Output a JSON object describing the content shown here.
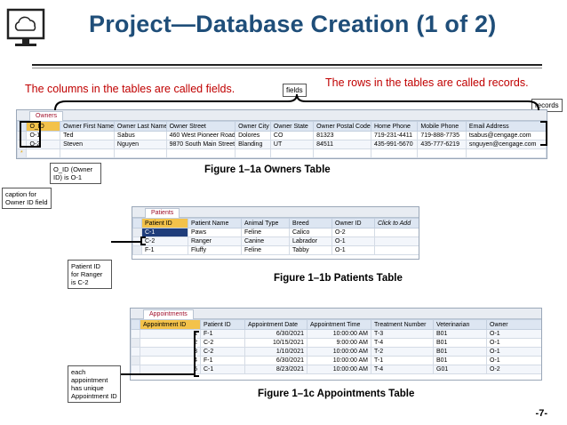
{
  "slide": {
    "title": "Project—Database Creation (1 of 2)",
    "page_number": "-7-",
    "note_columns": "The columns in the tables are called fields.",
    "note_rows": "The rows in the tables are called records.",
    "label_fields": "fields",
    "label_records": "records"
  },
  "owners": {
    "tab": "Owners",
    "headers": [
      "O_ID",
      "Owner First Name",
      "Owner Last Name",
      "Owner Street",
      "Owner City",
      "Owner State",
      "Owner Postal Code",
      "Home Phone",
      "Mobile Phone",
      "Email Address"
    ],
    "rows": [
      [
        "O-1",
        "Ted",
        "Sabus",
        "460 West Pioneer Road",
        "Dolores",
        "CO",
        "81323",
        "719-231-4411",
        "719-888-7735",
        "tsabus@cengage.com"
      ],
      [
        "O-2",
        "Steven",
        "Nguyen",
        "9870 South Main Street",
        "Blanding",
        "UT",
        "84511",
        "435-991-5670",
        "435-777-6219",
        "snguyen@cengage.com"
      ]
    ],
    "caption": "Figure 1–1a Owners Table",
    "callout_oid": "O_ID (Owner ID) is O-1",
    "callout_caption": "caption for Owner ID field"
  },
  "patients": {
    "tab": "Patients",
    "headers": [
      "Patient ID",
      "Patient Name",
      "Animal Type",
      "Breed",
      "Owner ID",
      "Click to Add"
    ],
    "rows": [
      [
        "C-1",
        "Paws",
        "Feline",
        "Calico",
        "O-2",
        ""
      ],
      [
        "C-2",
        "Ranger",
        "Canine",
        "Labrador",
        "O-1",
        ""
      ],
      [
        "F-1",
        "Fluffy",
        "Feline",
        "Tabby",
        "O-1",
        ""
      ]
    ],
    "caption": "Figure 1–1b Patients Table",
    "callout": "Patient ID for Ranger is C-2"
  },
  "appointments": {
    "tab": "Appointments",
    "headers": [
      "Appointment ID",
      "Patient ID",
      "Appointment Date",
      "Appointment Time",
      "Treatment Number",
      "Veterinarian",
      "Owner"
    ],
    "rows": [
      [
        "1",
        "F-1",
        "6/30/2021",
        "10:00:00 AM",
        "T-3",
        "B01",
        "O-1"
      ],
      [
        "2",
        "C-2",
        "10/15/2021",
        "9:00:00 AM",
        "T-4",
        "B01",
        "O-1"
      ],
      [
        "3",
        "C-2",
        "1/10/2021",
        "10:00:00 AM",
        "T-2",
        "B01",
        "O-1"
      ],
      [
        "4",
        "F-1",
        "6/30/2021",
        "10:00:00 AM",
        "T-1",
        "B01",
        "O-1"
      ],
      [
        "5",
        "C-1",
        "8/23/2021",
        "10:00:00 AM",
        "T-4",
        "G01",
        "O-2"
      ]
    ],
    "caption": "Figure 1–1c Appointments Table",
    "callout": "each appointment has unique Appointment ID"
  }
}
